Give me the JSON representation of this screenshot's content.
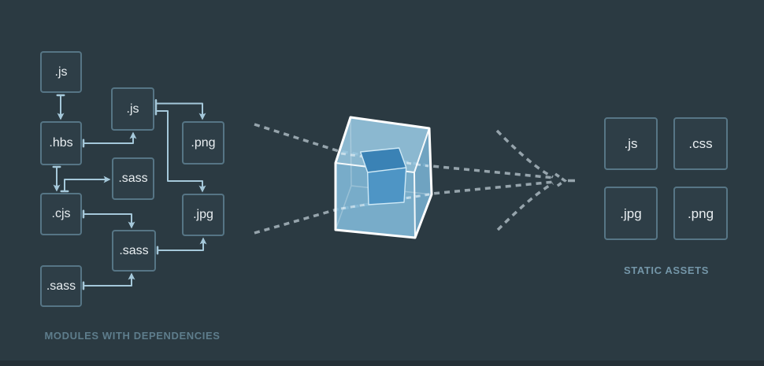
{
  "diagram": {
    "left": {
      "label": "MODULES WITH DEPENDENCIES",
      "boxes": {
        "js1": ".js",
        "hbs": ".hbs",
        "cjs": ".cjs",
        "sass_bl": ".sass",
        "js2": ".js",
        "sass_m": ".sass",
        "sass_l": ".sass",
        "png": ".png",
        "jpg": ".jpg"
      }
    },
    "right": {
      "label": "STATIC ASSETS",
      "boxes": {
        "js": ".js",
        "css": ".css",
        "jpg": ".jpg",
        "png": ".png"
      }
    },
    "colors": {
      "background": "#2b3a42",
      "footer_strip": "#242f36",
      "box_border": "#567585",
      "box_fill": "#2e3e47",
      "box_text": "#e9eef1",
      "dependency_arrow": "#a5c8da",
      "dashed_flow_line": "#96a4ac",
      "left_label_text": "#5e7d8c",
      "right_label_text": "#7496a8",
      "cube_face_top": "#98c9e4",
      "cube_face_front": "#83bcdc",
      "cube_face_right": "#79b2d3",
      "cube_edge": "#ffffff",
      "inner_cube_top": "#3a82b5",
      "inner_cube_front": "#4e95c5",
      "inner_cube_edge": "#cfe9f6"
    }
  }
}
